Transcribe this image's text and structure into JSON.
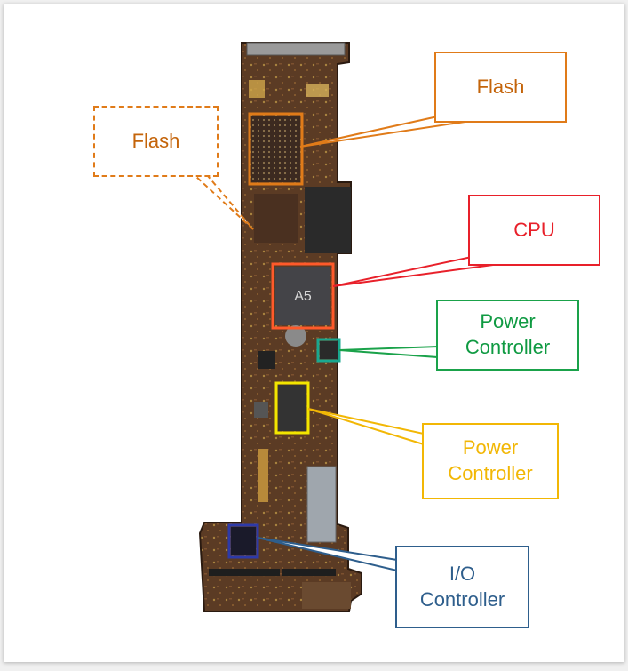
{
  "labels": {
    "flash_top": "Flash",
    "flash_dashed": "Flash",
    "cpu": "CPU",
    "power_controller_green": "Power\nController",
    "power_controller_yellow": "Power\nController",
    "io_controller": "I/O\nController",
    "chip_marking": "A5"
  },
  "colors": {
    "flash": "#e07b19",
    "cpu": "#e8202a",
    "power_controller_green": "#1aa24a",
    "power_controller_yellow": "#f2b705",
    "io_controller": "#2e5e8c",
    "board": "#5a3a22"
  }
}
